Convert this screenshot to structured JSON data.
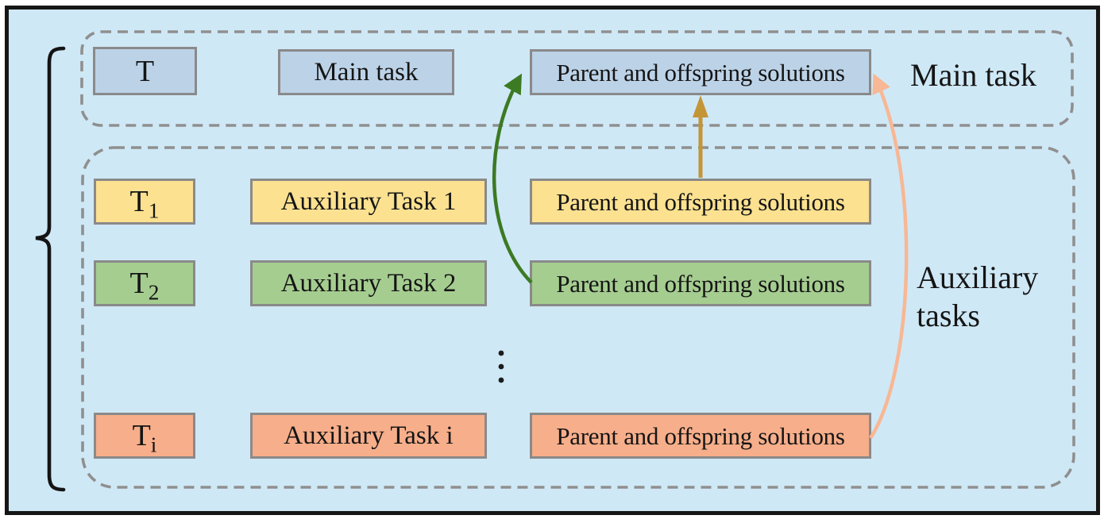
{
  "main_group": {
    "group_label": "Main task",
    "task_symbol": {
      "base": "T",
      "sub": ""
    },
    "task_name": "Main task",
    "solutions_label": "Parent and offspring solutions",
    "fill": "#bcd2e7"
  },
  "aux_group": {
    "group_label_line1": "Auxiliary",
    "group_label_line2": "tasks",
    "rows": [
      {
        "symbol_base": "T",
        "symbol_sub": "1",
        "task_name": "Auxiliary Task 1",
        "solutions_label": "Parent and offspring solutions",
        "fill": "#fbe190"
      },
      {
        "symbol_base": "T",
        "symbol_sub": "2",
        "task_name": "Auxiliary Task 2",
        "solutions_label": "Parent and offspring solutions",
        "fill": "#a5cd90"
      },
      {
        "symbol_base": "T",
        "symbol_sub": "i",
        "task_name": "Auxiliary Task i",
        "solutions_label": "Parent and offspring solutions",
        "fill": "#f7ae8a"
      }
    ]
  },
  "icons": {
    "ellipsis": "vertical-ellipsis",
    "left_brace": "curly-brace",
    "arrows": [
      "green-curved-arrow",
      "gold-straight-arrow",
      "pink-curved-arrow"
    ]
  },
  "colors": {
    "background": "#cfe8f6",
    "frame_border": "#161616",
    "box_border": "#8a8a8a",
    "dashed_border": "#8f8f8f",
    "main_fill": "#bcd2e7",
    "aux1_fill": "#fbe190",
    "aux2_fill": "#a5cd90",
    "auxi_fill": "#f7ae8a",
    "arrow_green": "#3c7a23",
    "arrow_gold": "#c49536",
    "arrow_pink": "#f8b795",
    "brace": "#141414"
  }
}
